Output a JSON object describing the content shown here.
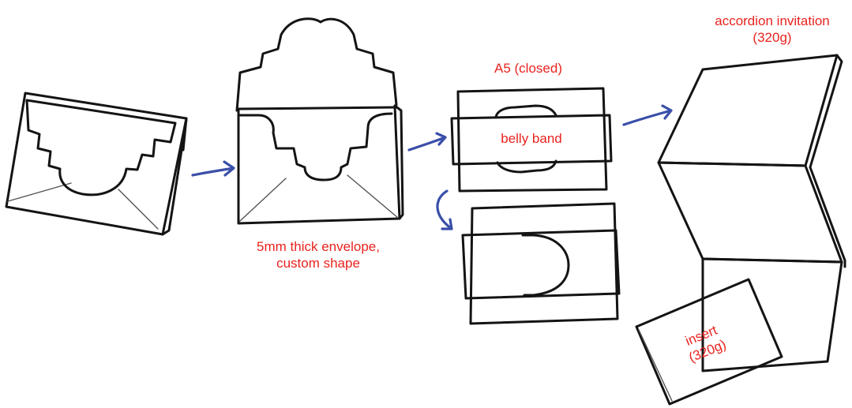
{
  "labels": {
    "envelope_line1": "5mm thick envelope,",
    "envelope_line2": "custom shape",
    "a5_closed": "A5 (closed)",
    "belly_band": "belly band",
    "accordion_line1": "accordion invitation",
    "accordion_line2": "(320g)",
    "insert_line1": "insert",
    "insert_line2": "(320g)"
  },
  "colors": {
    "ink": "#141414",
    "annotation": "#e8231f",
    "arrow": "#3a4fa8"
  },
  "icons": [
    "arrow-right-icon",
    "curved-arrow-icon"
  ]
}
